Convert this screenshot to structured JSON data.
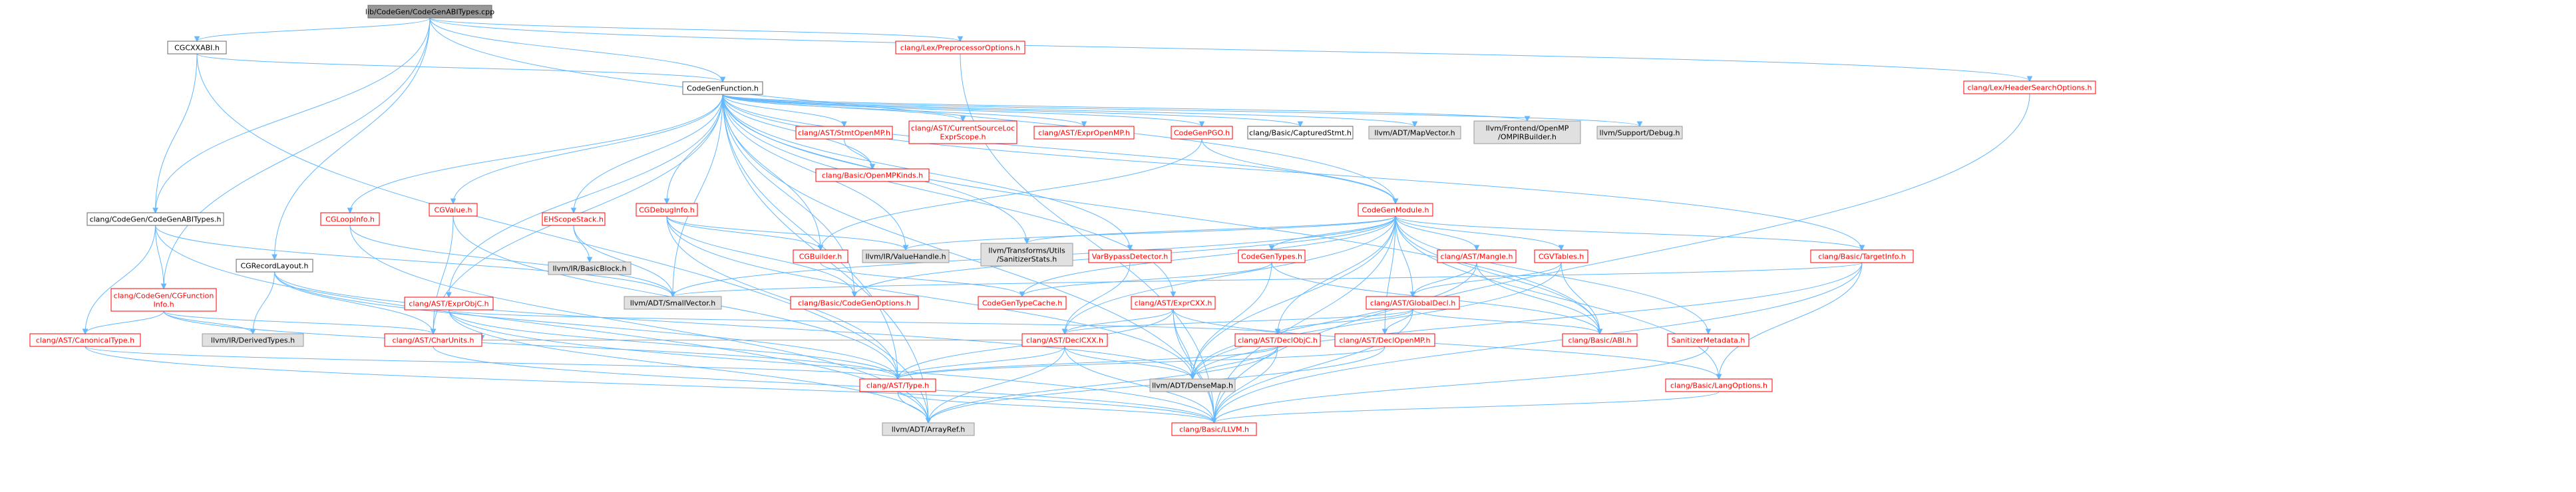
{
  "colors": {
    "edge": "#63b8ff",
    "root_fill": "#999999",
    "documented_border": "#666666",
    "link_red": "#ff0000",
    "external_fill": "#e0e0e0"
  },
  "nodes": [
    {
      "id": "root",
      "label": "lib/CodeGen/CodeGenABITypes.cpp",
      "style": "root"
    },
    {
      "id": "cgcxxabi",
      "label": "CGCXXABI.h",
      "style": "plain"
    },
    {
      "id": "cgf",
      "label": "CodeGenFunction.h",
      "style": "plain"
    },
    {
      "id": "ppopts",
      "label": "clang/Lex/PreprocessorOptions.h",
      "style": "red"
    },
    {
      "id": "hsopts",
      "label": "clang/Lex/HeaderSearchOptions.h",
      "style": "red"
    },
    {
      "id": "abitypes",
      "label": "clang/CodeGen/CodeGenABITypes.h",
      "style": "plain"
    },
    {
      "id": "cgrecord",
      "label": "CGRecordLayout.h",
      "style": "plain"
    },
    {
      "id": "cgfinfo",
      "label": [
        "clang/CodeGen/CGFunction",
        "Info.h"
      ],
      "style": "red"
    },
    {
      "id": "canon",
      "label": "clang/AST/CanonicalType.h",
      "style": "red"
    },
    {
      "id": "derived",
      "label": "llvm/IR/DerivedTypes.h",
      "style": "gray"
    },
    {
      "id": "charunits",
      "label": "clang/AST/CharUnits.h",
      "style": "red"
    },
    {
      "id": "asttype",
      "label": "clang/AST/Type.h",
      "style": "red"
    },
    {
      "id": "arrayref",
      "label": "llvm/ADT/ArrayRef.h",
      "style": "gray"
    },
    {
      "id": "llvmh",
      "label": "clang/Basic/LLVM.h",
      "style": "red"
    },
    {
      "id": "densemap",
      "label": "llvm/ADT/DenseMap.h",
      "style": "gray"
    },
    {
      "id": "cgloop",
      "label": "CGLoopInfo.h",
      "style": "red"
    },
    {
      "id": "cgvalue",
      "label": "CGValue.h",
      "style": "red"
    },
    {
      "id": "exprobjc",
      "label": "clang/AST/ExprObjC.h",
      "style": "red"
    },
    {
      "id": "ehscope",
      "label": "EHScopeStack.h",
      "style": "red"
    },
    {
      "id": "basicblock",
      "label": "llvm/IR/BasicBlock.h",
      "style": "gray"
    },
    {
      "id": "smallvec",
      "label": "llvm/ADT/SmallVector.h",
      "style": "gray"
    },
    {
      "id": "cgdebug",
      "label": "CGDebugInfo.h",
      "style": "red"
    },
    {
      "id": "cgbuilder",
      "label": "CGBuilder.h",
      "style": "red"
    },
    {
      "id": "valuehandle",
      "label": "llvm/IR/ValueHandle.h",
      "style": "gray"
    },
    {
      "id": "cgopts",
      "label": "clang/Basic/CodeGenOptions.h",
      "style": "red"
    },
    {
      "id": "stmtomp",
      "label": "clang/AST/StmtOpenMP.h",
      "style": "red"
    },
    {
      "id": "ompkinds",
      "label": "clang/Basic/OpenMPKinds.h",
      "style": "red"
    },
    {
      "id": "curscope",
      "label": [
        "clang/AST/CurrentSourceLoc",
        "ExprScope.h"
      ],
      "style": "red"
    },
    {
      "id": "expromp",
      "label": "clang/AST/ExprOpenMP.h",
      "style": "red"
    },
    {
      "id": "cgpgo",
      "label": "CodeGenPGO.h",
      "style": "red"
    },
    {
      "id": "captured",
      "label": "clang/Basic/CapturedStmt.h",
      "style": "plain"
    },
    {
      "id": "mapvector",
      "label": "llvm/ADT/MapVector.h",
      "style": "gray"
    },
    {
      "id": "ompirb",
      "label": [
        "llvm/Frontend/OpenMP",
        "/OMPIRBuilder.h"
      ],
      "style": "gray"
    },
    {
      "id": "debugh",
      "label": "llvm/Support/Debug.h",
      "style": "gray"
    },
    {
      "id": "cgm",
      "label": "CodeGenModule.h",
      "style": "red"
    },
    {
      "id": "sanstats",
      "label": [
        "llvm/Transforms/Utils",
        "/SanitizerStats.h"
      ],
      "style": "gray"
    },
    {
      "id": "varbypass",
      "label": "VarBypassDetector.h",
      "style": "red"
    },
    {
      "id": "cgtypes",
      "label": "CodeGenTypes.h",
      "style": "red"
    },
    {
      "id": "mangle",
      "label": "clang/AST/Mangle.h",
      "style": "red"
    },
    {
      "id": "cgvtables",
      "label": "CGVTables.h",
      "style": "red"
    },
    {
      "id": "targetinfo",
      "label": "clang/Basic/TargetInfo.h",
      "style": "red"
    },
    {
      "id": "exprcxx",
      "label": "clang/AST/ExprCXX.h",
      "style": "red"
    },
    {
      "id": "cgtypecache",
      "label": "CodeGenTypeCache.h",
      "style": "red"
    },
    {
      "id": "globaldecl",
      "label": "clang/AST/GlobalDecl.h",
      "style": "red"
    },
    {
      "id": "declcxx",
      "label": "clang/AST/DeclCXX.h",
      "style": "red"
    },
    {
      "id": "declobjc",
      "label": "clang/AST/DeclObjC.h",
      "style": "red"
    },
    {
      "id": "declomp",
      "label": "clang/AST/DeclOpenMP.h",
      "style": "red"
    },
    {
      "id": "abih",
      "label": "clang/Basic/ABI.h",
      "style": "red"
    },
    {
      "id": "sanmeta",
      "label": "SanitizerMetadata.h",
      "style": "red"
    },
    {
      "id": "langopts",
      "label": "clang/Basic/LangOptions.h",
      "style": "red"
    }
  ]
}
